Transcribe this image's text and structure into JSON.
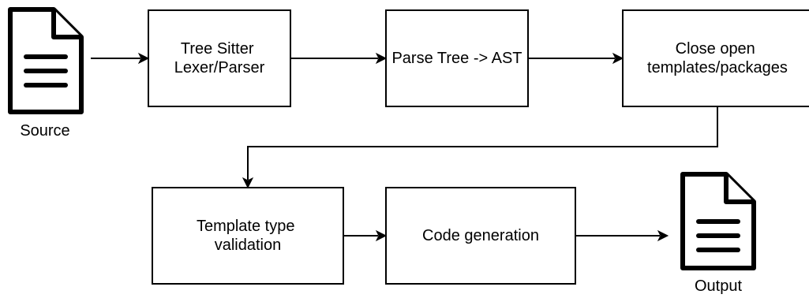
{
  "diagram": {
    "documents": {
      "source": {
        "label": "Source"
      },
      "output": {
        "label": "Output"
      }
    },
    "steps": {
      "lexer": {
        "lines": [
          "Tree Sitter",
          "Lexer/Parser"
        ]
      },
      "ast": {
        "lines": [
          "Parse Tree -> AST"
        ]
      },
      "close": {
        "lines": [
          "Close open",
          "templates/packages"
        ]
      },
      "validate": {
        "lines": [
          "Template type",
          "validation"
        ]
      },
      "codegen": {
        "lines": [
          "Code generation"
        ]
      }
    }
  }
}
